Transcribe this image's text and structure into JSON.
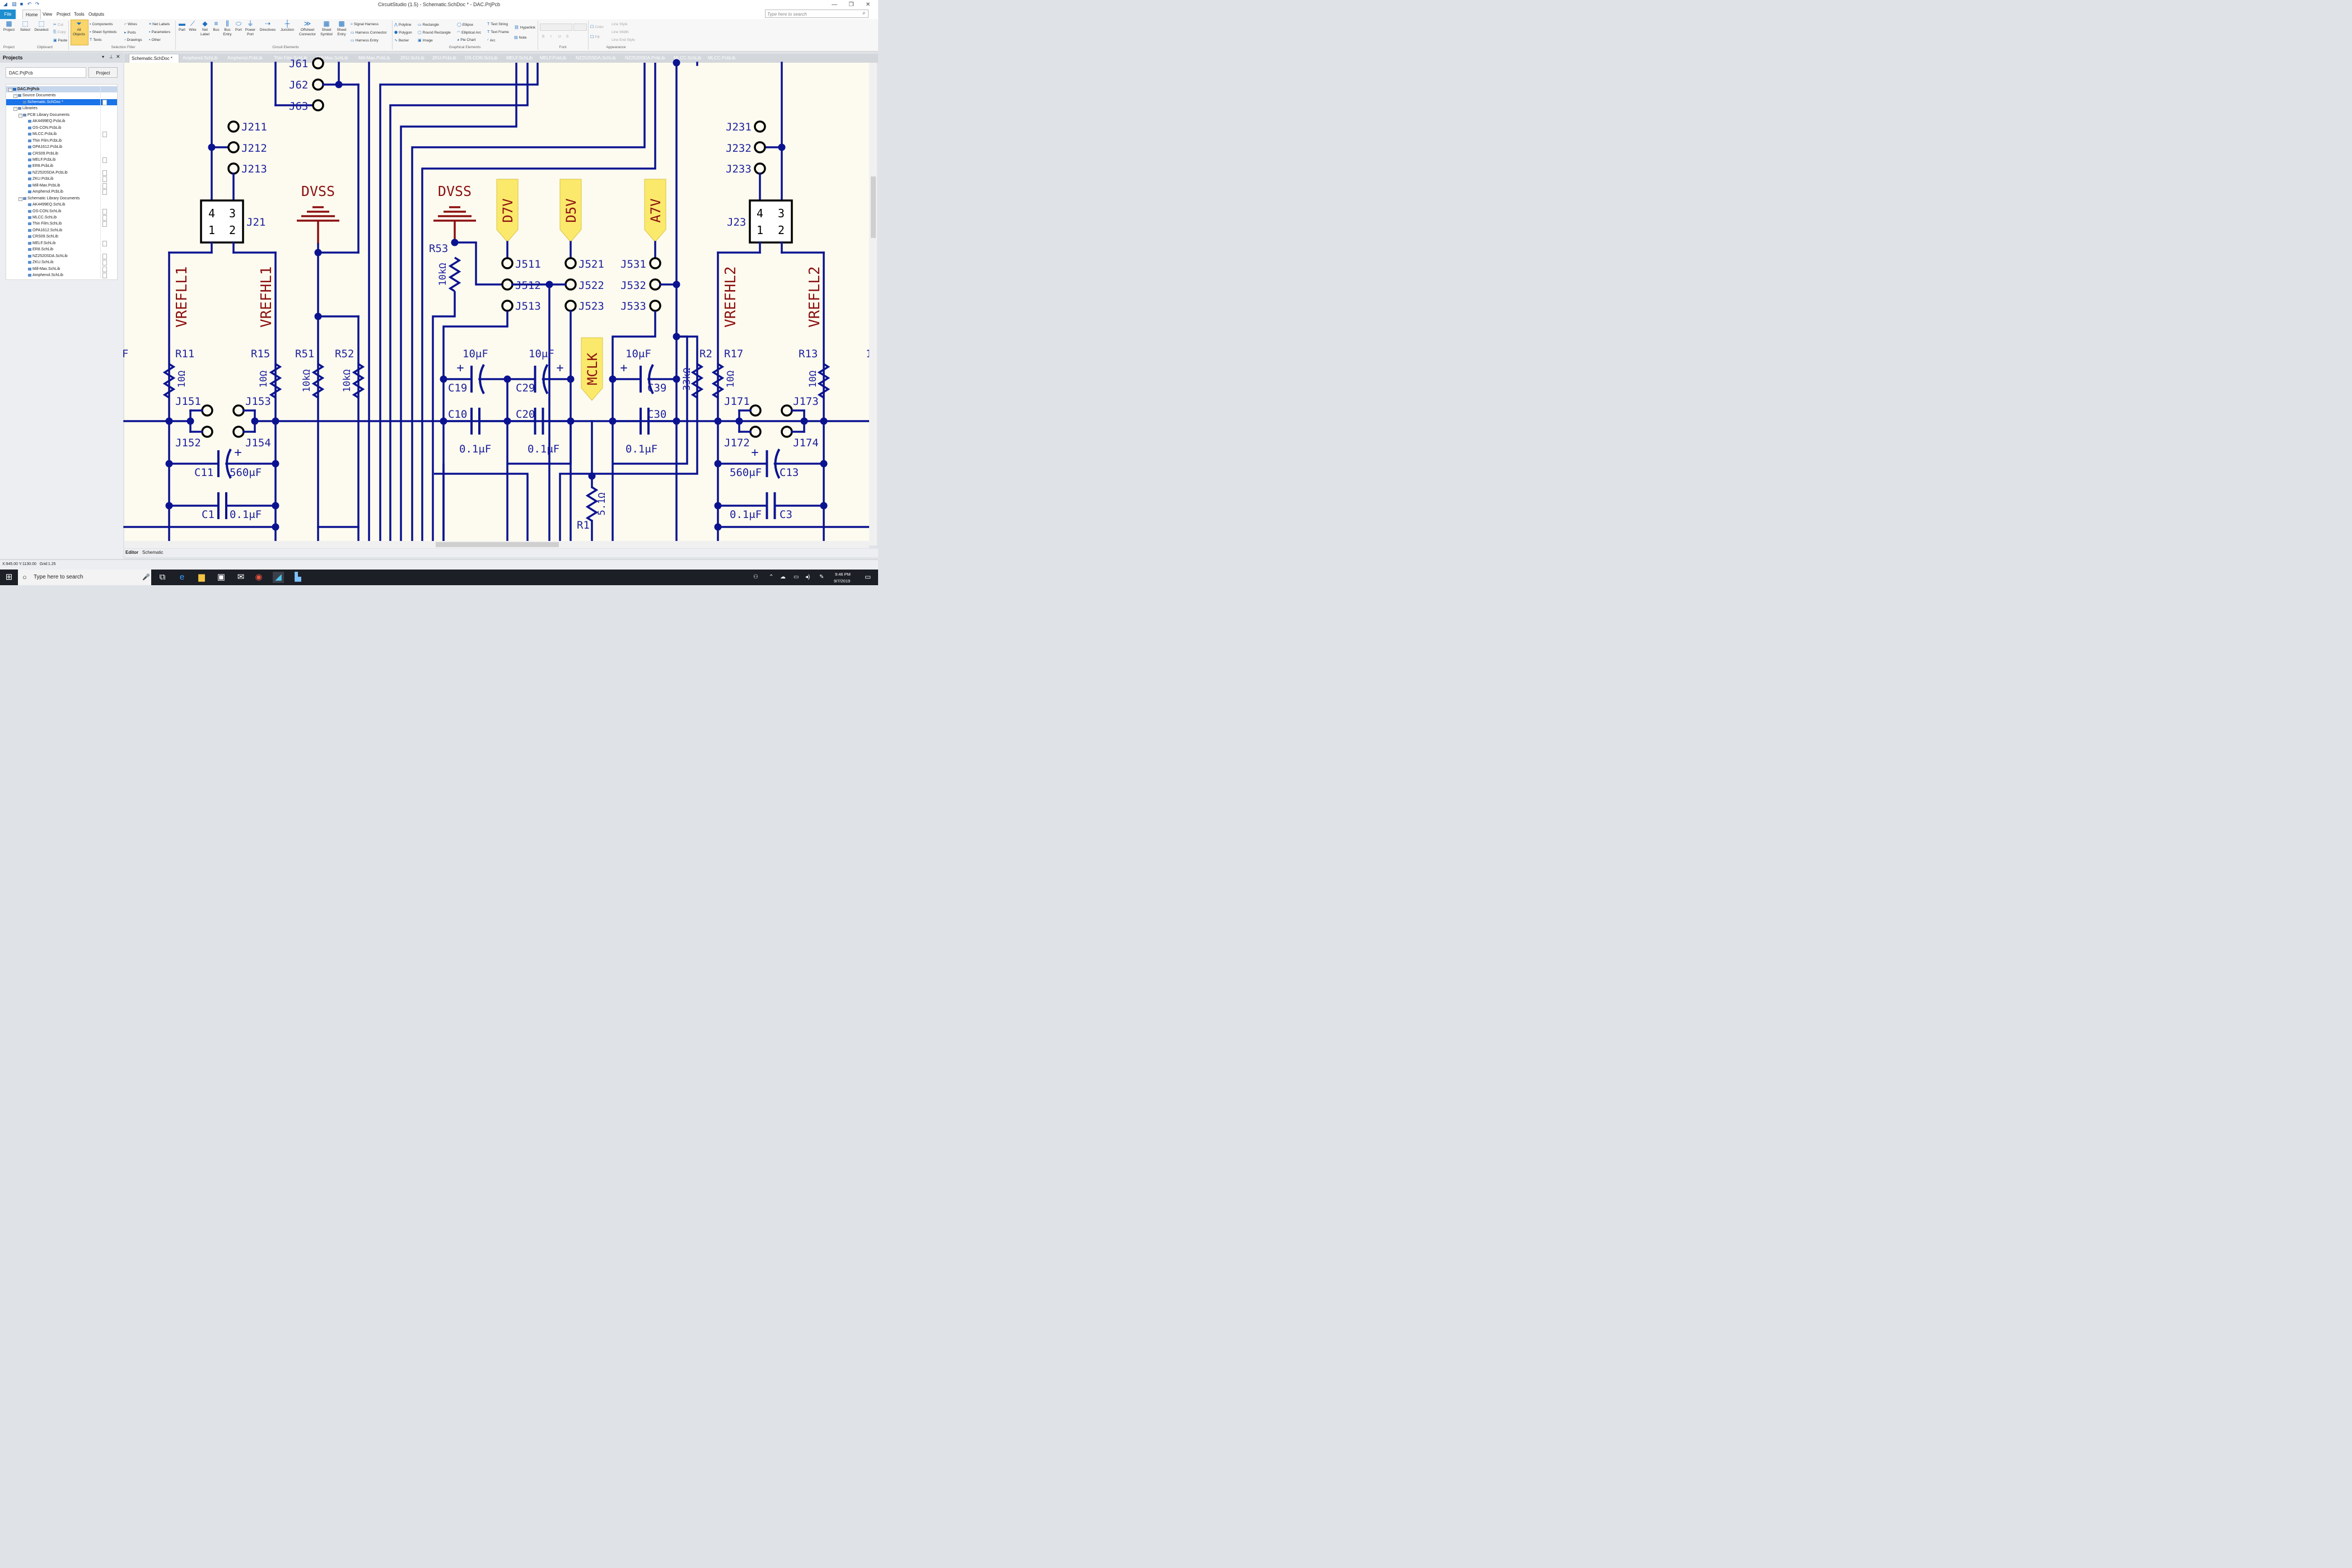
{
  "window": {
    "title": "CircuitStudio (1.5) - Schematic.SchDoc * - DAC.PrjPcb",
    "search_placeholder": "Type here to search"
  },
  "menu": {
    "file": "File",
    "tabs": [
      "Home",
      "View",
      "Project",
      "Tools",
      "Outputs"
    ]
  },
  "ribbon": {
    "project": "Project",
    "select": "Select",
    "deselect": "Deselect",
    "cut": "Cut",
    "copy": "Copy",
    "paste": "Paste",
    "all_objects": [
      "All",
      "Objects"
    ],
    "filter": {
      "components": "Components",
      "sheet_symbols": "Sheet Symbols",
      "texts": "Texts",
      "wires": "Wires",
      "ports": "Ports",
      "drawings": "Drawings",
      "net_labels": "Net Labels",
      "parameters": "Parameters",
      "other": "Other"
    },
    "elements": [
      "Part",
      "Wire",
      "Net Label",
      "Bus",
      "Bus Entry",
      "Port",
      "Power Port",
      "Directives",
      "Junction",
      "Offsheet Connector",
      "Sheet Symbol",
      "Sheet Entry"
    ],
    "harness": {
      "signal_harness": "Signal Harness",
      "harness_connector": "Harness Connector",
      "harness_entry": "Harness Entry"
    },
    "graphical": {
      "polyline": "Polyline",
      "polygon": "Polygon",
      "bezier": "Bezier",
      "rectangle": "Rectangle",
      "round_rectangle": "Round Rectangle",
      "image": "Image",
      "ellipse": "Ellipse",
      "elliptical_arc": "Elliptical Arc",
      "pie_chart": "Pie Chart",
      "text_string": "Text String",
      "text_frame": "Text Frame",
      "arc": "Arc",
      "hyperlink": "Hyperlink",
      "note": "Note"
    },
    "font": {
      "bold": "B",
      "italic": "I",
      "underline": "U",
      "strike": "S"
    },
    "appearance": {
      "color": "Color",
      "fill": "Fill",
      "line_style": "Line Style",
      "line_width": "Line Width",
      "line_end_style": "Line End Style"
    },
    "groups": {
      "project": "Project",
      "clipboard": "Clipboard",
      "selection_filter": "Selection Filter",
      "circuit_elements": "Circuit Elements",
      "graphical_elements": "Graphical Elements",
      "font": "Font",
      "appearance": "Appearance"
    }
  },
  "projects_panel": {
    "title": "Projects",
    "project_field": "DAC.PrjPcb",
    "project_button": "Project",
    "tree": [
      {
        "label": "DAC.PrjPcb",
        "indent": 0,
        "kind": "root"
      },
      {
        "label": "Source Documents",
        "indent": 1,
        "kind": "folder"
      },
      {
        "label": "Schematic.SchDoc *",
        "indent": 2,
        "kind": "file",
        "selected": true,
        "doc": true
      },
      {
        "label": "Libraries",
        "indent": 1,
        "kind": "folder"
      },
      {
        "label": "PCB Library Documents",
        "indent": 2,
        "kind": "folder"
      },
      {
        "label": "AK4499EQ.PcbLib",
        "indent": 3,
        "kind": "file"
      },
      {
        "label": "OS-CON.PcbLib",
        "indent": 3,
        "kind": "file"
      },
      {
        "label": "MLCC.PcbLib",
        "indent": 3,
        "kind": "file",
        "doc": true
      },
      {
        "label": "Thin Film.PcbLib",
        "indent": 3,
        "kind": "file"
      },
      {
        "label": "OPA1612.PcbLib",
        "indent": 3,
        "kind": "file"
      },
      {
        "label": "CRS09.PcbLib",
        "indent": 3,
        "kind": "file"
      },
      {
        "label": "MELF.PcbLib",
        "indent": 3,
        "kind": "file",
        "doc": true
      },
      {
        "label": "ER8.PcbLib",
        "indent": 3,
        "kind": "file"
      },
      {
        "label": "NZ2520SDA.PcbLib",
        "indent": 3,
        "kind": "file",
        "doc": true
      },
      {
        "label": "ZKU.PcbLib",
        "indent": 3,
        "kind": "file",
        "doc": true
      },
      {
        "label": "Mill-Max.PcbLib",
        "indent": 3,
        "kind": "file",
        "doc": true
      },
      {
        "label": "Amphenol.PcbLib",
        "indent": 3,
        "kind": "file",
        "doc": true
      },
      {
        "label": "Schematic Library Documents",
        "indent": 2,
        "kind": "folder"
      },
      {
        "label": "AK4499EQ.SchLib",
        "indent": 3,
        "kind": "file"
      },
      {
        "label": "OS-CON.SchLib",
        "indent": 3,
        "kind": "file",
        "doc": true
      },
      {
        "label": "MLCC.SchLib",
        "indent": 3,
        "kind": "file",
        "doc": true
      },
      {
        "label": "Thin Film.SchLib",
        "indent": 3,
        "kind": "file",
        "doc": true
      },
      {
        "label": "OPA1612.SchLib",
        "indent": 3,
        "kind": "file"
      },
      {
        "label": "CRS09.SchLib",
        "indent": 3,
        "kind": "file"
      },
      {
        "label": "MELF.SchLib",
        "indent": 3,
        "kind": "file",
        "doc": true
      },
      {
        "label": "ER8.SchLib",
        "indent": 3,
        "kind": "file"
      },
      {
        "label": "NZ2520SDA.SchLib",
        "indent": 3,
        "kind": "file",
        "doc": true
      },
      {
        "label": "ZKU.SchLib",
        "indent": 3,
        "kind": "file",
        "doc": true
      },
      {
        "label": "Mill-Max.SchLib",
        "indent": 3,
        "kind": "file",
        "doc": true
      },
      {
        "label": "Amphenol.SchLib",
        "indent": 3,
        "kind": "file",
        "doc": true
      }
    ]
  },
  "doc_tabs": [
    "Schematic.SchDoc *",
    "Amphenol.SchLib",
    "Amphenol.PcbLib",
    "Thin Film.SchLib",
    "Mill-Max.SchLib",
    "Mill-Max.PcbLib",
    "ZKU.SchLib",
    "ZKU.PcbLib",
    "OS-CON.SchLib",
    "MELF.SchLib",
    "MELF.PcbLib",
    "NZ2520SDA.SchLib",
    "NZ2520SDA.PcbLib",
    "MLCC.SchLib",
    "MLCC.PcbLib"
  ],
  "schematic": {
    "colors": {
      "wire": "#0b1390",
      "text": "#1b1f9e",
      "power": "#8b1010",
      "port_fill": "#fbe96b",
      "port_text": "#8b1010"
    },
    "jumpers": [
      "J61",
      "J62",
      "J63",
      "J211",
      "J212",
      "J213",
      "J231",
      "J232",
      "J233",
      "J511",
      "J512",
      "J513",
      "J521",
      "J522",
      "J523",
      "J531",
      "J532",
      "J533",
      "J151",
      "J152",
      "J153",
      "J154",
      "J171",
      "J172",
      "J173",
      "J174"
    ],
    "headers": {
      "J21": {
        "ref": "J21",
        "pins": [
          "4",
          "3",
          "1",
          "2"
        ]
      },
      "J23": {
        "ref": "J23",
        "pins": [
          "4",
          "3",
          "1",
          "2"
        ]
      }
    },
    "net_labels": [
      "VREFLL1",
      "VREFHL1",
      "VREFHL2",
      "VREFLL2"
    ],
    "power": [
      "DVSS",
      "DVSS"
    ],
    "ports": [
      "D7V",
      "D5V",
      "A7V",
      "MCLK"
    ],
    "resistors": [
      {
        "ref": "R11",
        "value": "10Ω"
      },
      {
        "ref": "R15",
        "value": "10Ω"
      },
      {
        "ref": "R51",
        "value": "10kΩ"
      },
      {
        "ref": "R52",
        "value": "10kΩ"
      },
      {
        "ref": "R53",
        "value": "10kΩ"
      },
      {
        "ref": "R2",
        "value": "33kΩ"
      },
      {
        "ref": "R17",
        "value": "10Ω"
      },
      {
        "ref": "R13",
        "value": "10Ω"
      },
      {
        "ref": "R1",
        "value": "5.1Ω"
      }
    ],
    "capacitors": [
      {
        "ref": "C19",
        "value": "10μF"
      },
      {
        "ref": "C29",
        "value": "10μF"
      },
      {
        "ref": "C39",
        "value": "10μF"
      },
      {
        "ref": "C10",
        "value": "0.1μF"
      },
      {
        "ref": "C20",
        "value": "0.1μF"
      },
      {
        "ref": "C30",
        "value": "0.1μF"
      },
      {
        "ref": "C11",
        "value": "560μF"
      },
      {
        "ref": "C13",
        "value": "560μF"
      },
      {
        "ref": "C1",
        "value": "0.1μF"
      },
      {
        "ref": "C3",
        "value": "0.1μF"
      }
    ],
    "edge_fragments": [
      "F",
      "1"
    ]
  },
  "editor_tabs": [
    "Editor",
    "Schematic"
  ],
  "status": "X:945.00 Y:1130.00   Grid:1.25",
  "taskbar": {
    "search": "Type here to search",
    "time": "9:46 PM",
    "date": "9/7/2019"
  }
}
